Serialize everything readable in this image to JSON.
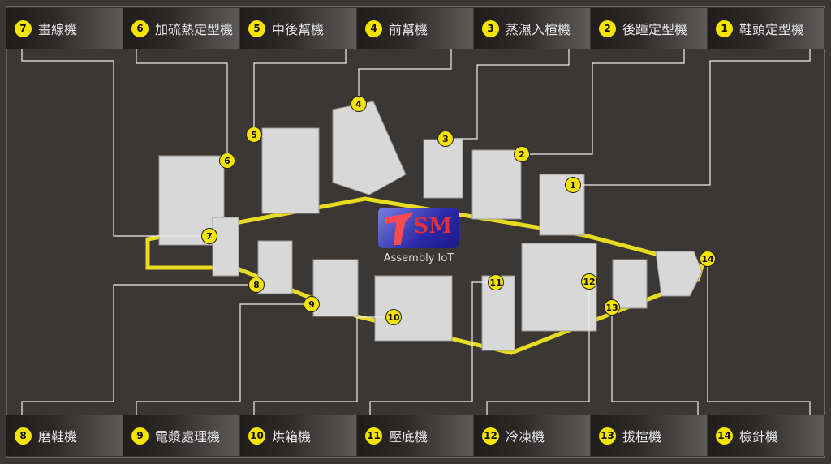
{
  "top_tabs": [
    {
      "num": "7",
      "label": "畫線機"
    },
    {
      "num": "6",
      "label": "加硫熱定型機"
    },
    {
      "num": "5",
      "label": "中後幫機"
    },
    {
      "num": "4",
      "label": "前幫機"
    },
    {
      "num": "3",
      "label": "蒸濕入楦機"
    },
    {
      "num": "2",
      "label": "後踵定型機"
    },
    {
      "num": "1",
      "label": "鞋頭定型機"
    }
  ],
  "bottom_tabs": [
    {
      "num": "8",
      "label": "磨鞋機"
    },
    {
      "num": "9",
      "label": "電漿處理機"
    },
    {
      "num": "10",
      "label": "烘箱機"
    },
    {
      "num": "11",
      "label": "壓底機"
    },
    {
      "num": "12",
      "label": "冷凍機"
    },
    {
      "num": "13",
      "label": "拔楦機"
    },
    {
      "num": "14",
      "label": "檢針機"
    }
  ],
  "logo": {
    "text": "SM",
    "caption": "Assembly IoT"
  },
  "colors": {
    "accent": "#f5e400",
    "background": "#3a3735"
  }
}
